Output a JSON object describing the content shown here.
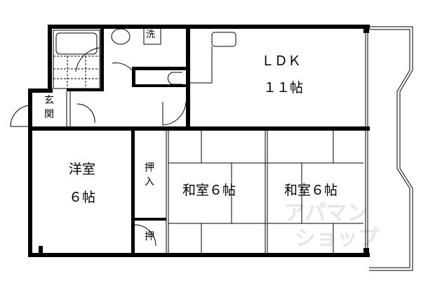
{
  "rooms": {
    "ldk": {
      "name": "ＬＤＫ",
      "size": "１１帖"
    },
    "western": {
      "name": "洋室",
      "size": "６帖"
    },
    "japanese1": {
      "label": "和室６帖"
    },
    "japanese2": {
      "label": "和室６帖"
    },
    "genkan": {
      "line1": "玄",
      "line2": "関"
    },
    "closet_large": {
      "line1": "押",
      "line2": "入"
    },
    "closet_small": {
      "label": "押"
    },
    "washer": {
      "label": "洗"
    }
  },
  "watermark": {
    "line1": "アパマン",
    "line2": "ショップ"
  },
  "colors": {
    "wall": "#000000",
    "watermark": "#e6e6e6"
  }
}
